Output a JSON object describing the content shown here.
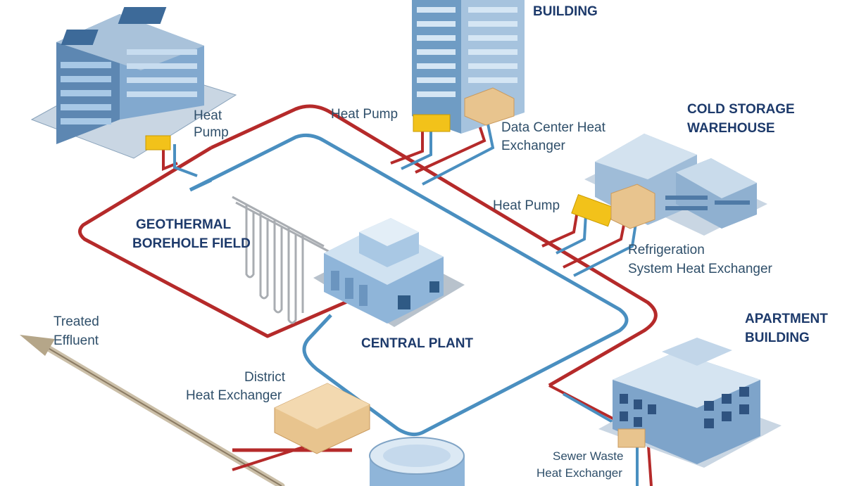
{
  "labels": {
    "office_heat_pump": [
      "Heat",
      "Pump"
    ],
    "tower_heat_pump": "Heat Pump",
    "tower_title_partial": "BUILDING",
    "data_center_hx": [
      "Data Center Heat",
      "Exchanger"
    ],
    "cold_storage_title": [
      "COLD STORAGE",
      "WAREHOUSE"
    ],
    "warehouse_heat_pump": "Heat Pump",
    "refrigeration_hx": [
      "Refrigeration",
      "System Heat Exchanger"
    ],
    "geothermal_title": [
      "GEOTHERMAL",
      "BOREHOLE FIELD"
    ],
    "central_plant_title": "CENTRAL PLANT",
    "treated_effluent": [
      "Treated",
      "Effluent"
    ],
    "district_hx": [
      "District",
      "Heat Exchanger"
    ],
    "apartment_title": [
      "APARTMENT",
      "BUILDING"
    ],
    "sewer_hx": [
      "Sewer Waste",
      "Heat Exchanger"
    ]
  },
  "colors": {
    "hot_pipe": "#b52a2a",
    "cold_pipe": "#4a8fc0",
    "title_text": "#1d3a6b",
    "label_text": "#2f4f6a",
    "heat_pump_yellow": "#f2c21a",
    "exchanger_tan": "#e8c48e",
    "building_blue": "#6f9cc4"
  },
  "icons": [
    "office-building-icon",
    "tower-building-icon",
    "warehouse-building-icon",
    "central-plant-building-icon",
    "apartment-building-icon",
    "borehole-field-icon",
    "storage-tank-icon",
    "effluent-arrow-icon"
  ]
}
